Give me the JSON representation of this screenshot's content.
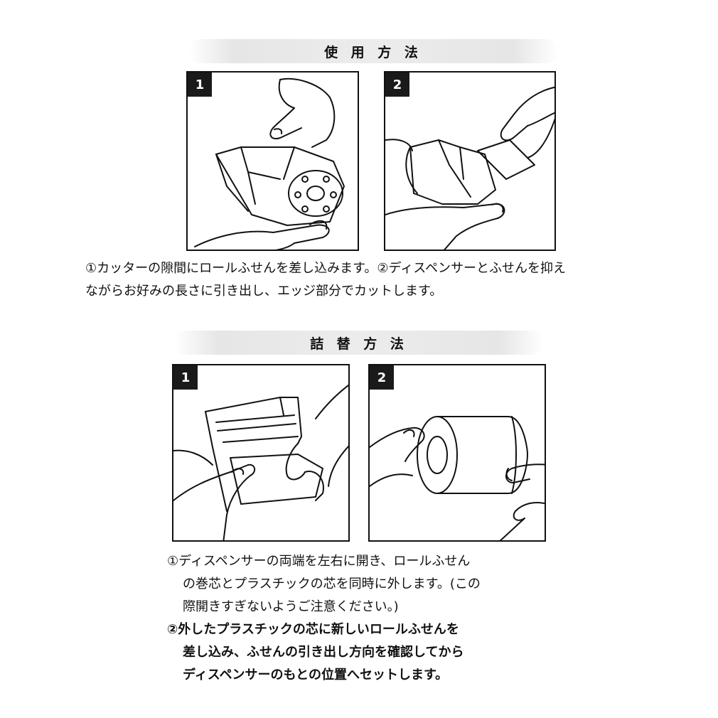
{
  "usage": {
    "title": "使 用 方 法",
    "steps": [
      "1",
      "2"
    ],
    "caption_lines": [
      "①カッターの隙間にロールふせんを差し込みます。②ディスペンサーとふせんを抑え",
      "ながらお好みの長さに引き出し、エッジ部分でカットします。"
    ]
  },
  "refill": {
    "title": "詰 替 方 法",
    "steps": [
      "1",
      "2"
    ],
    "caption_lines": [
      "①ディスペンサーの両端を左右に開き、ロールふせん",
      "の巻芯とプラスチックの芯を同時に外します。(この",
      "際開きすぎないようご注意ください。)"
    ],
    "caption2_lines": [
      "②外したプラスチックの芯に新しいロールふせんを",
      "差し込み、ふせんの引き出し方向を確認してから",
      "ディスペンサーのもとの位置へセットします。"
    ]
  }
}
